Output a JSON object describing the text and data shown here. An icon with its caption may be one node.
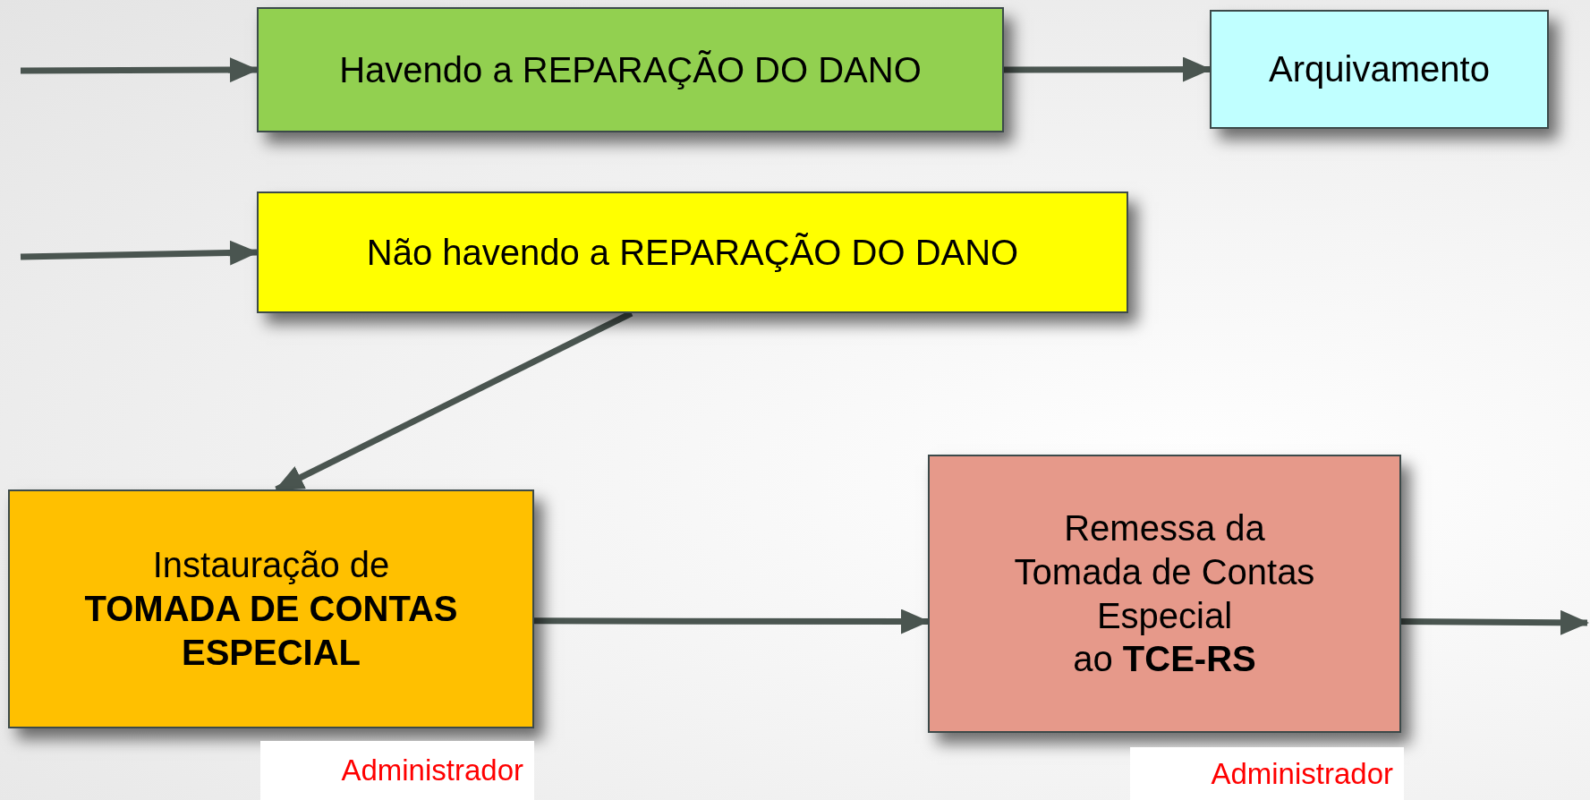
{
  "diagram": {
    "nodes": [
      {
        "text": [
          "Havendo a REPARAÇÃO DO DANO"
        ]
      },
      {
        "text": [
          "Arquivamento"
        ]
      },
      {
        "text": [
          "Não havendo a REPARAÇÃO DO DANO"
        ]
      },
      {
        "text": [
          "Instauração de **TOMADA DE CONTAS ESPECIAL**"
        ],
        "beside": [
          "Administrador"
        ]
      },
      {
        "text": [
          "Remessa da Tomada de Contas Especial",
          "ao **TCE-RS**"
        ],
        "beside": [
          "Administrador"
        ]
      }
    ],
    "edges": [
      {
        "from": null,
        "to": 0,
        "arrow": "to"
      },
      {
        "from": 0,
        "to": 1,
        "arrow": "to"
      },
      {
        "from": null,
        "to": 2,
        "arrow": "to"
      },
      {
        "from": 2,
        "to": 3,
        "arrow": "to"
      },
      {
        "from": 3,
        "to": 4,
        "arrow": "to"
      },
      {
        "from": 4,
        "to": null,
        "arrow": "to"
      }
    ]
  }
}
